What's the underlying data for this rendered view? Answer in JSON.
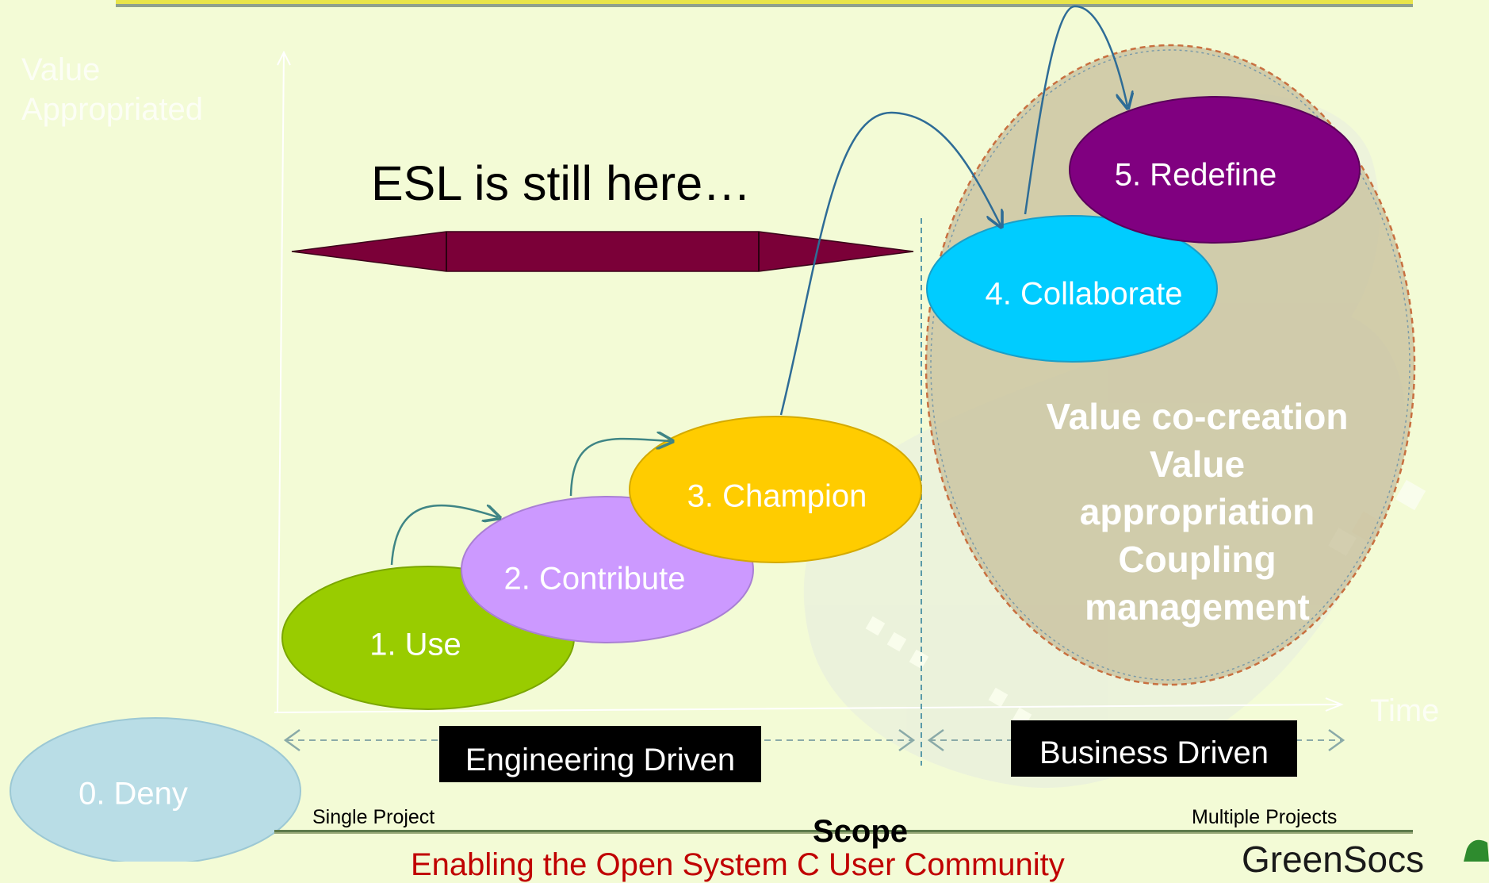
{
  "axis": {
    "y_label_line1": "Value",
    "y_label_line2": "Appropriated",
    "x_label": "Time",
    "scope_label": "Scope",
    "left_end": "Single Project",
    "right_end": "Multiple Projects"
  },
  "banner": {
    "title": "ESL is still here…"
  },
  "stages": [
    {
      "label": "0. Deny",
      "color": "#b9dde6"
    },
    {
      "label": "1. Use",
      "color": "#99cc00"
    },
    {
      "label": "2. Contribute",
      "color": "#cc99ff"
    },
    {
      "label": "3. Champion",
      "color": "#ffcc00"
    },
    {
      "label": "4. Collaborate",
      "color": "#00ccff"
    },
    {
      "label": "5. Redefine",
      "color": "#800080"
    }
  ],
  "phases": {
    "engineering": "Engineering Driven",
    "business": "Business Driven"
  },
  "business_text": [
    "Value co-creation",
    "Value",
    "appropriation",
    "Coupling",
    "management"
  ],
  "footer": {
    "subtitle": "Enabling the Open System C User Community",
    "logo_text": "GreenSocs"
  },
  "colors": {
    "background": "#f3fbd6",
    "banner_arrow": "#7b0038",
    "connector": "#2e6c96",
    "subtitle": "#c00000",
    "top_rule": "#e8e44a"
  }
}
